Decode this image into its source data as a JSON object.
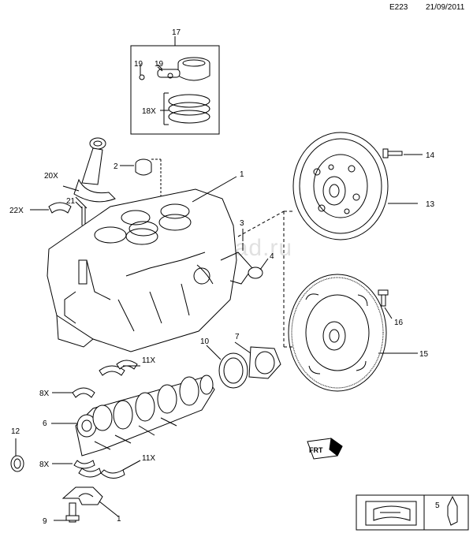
{
  "header": {
    "code": "E223",
    "date": "21/09/2011"
  },
  "watermark": "www.autosklad.ru",
  "callouts": {
    "c1a": "1",
    "c1b": "1",
    "c2": "2",
    "c3": "3",
    "c4": "4",
    "c5": "5",
    "c6": "6",
    "c7": "7",
    "c8a": "8X",
    "c8b": "8X",
    "c9": "9",
    "c10": "10",
    "c11a": "11X",
    "c11b": "11X",
    "c12": "12",
    "c13": "13",
    "c14": "14",
    "c15": "15",
    "c16": "16",
    "c17": "17",
    "c18": "18X",
    "c19a": "19",
    "c19b": "19",
    "c20": "20X",
    "c21": "21",
    "c22": "22X"
  },
  "front_marker": "FRT",
  "colors": {
    "line": "#000000",
    "fill": "#ffffff",
    "shade": "#d9d9d9"
  }
}
